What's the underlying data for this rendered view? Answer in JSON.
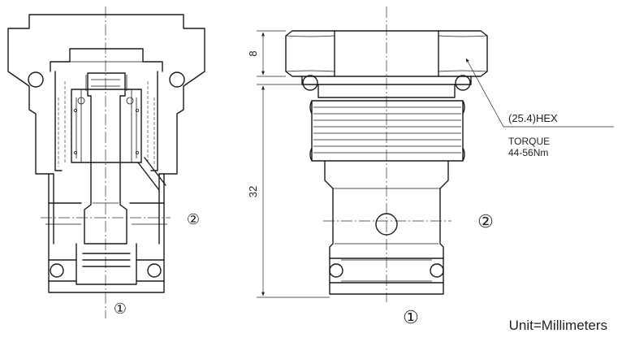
{
  "labels": {
    "port_1": "①",
    "port_2": "②",
    "dim_nut_height": "8",
    "dim_body_length": "32",
    "hex_size": "(25.4)HEX",
    "torque_label": "TORQUE",
    "torque_value": "44-56Nm",
    "unit_note": "Unit=Millimeters"
  }
}
